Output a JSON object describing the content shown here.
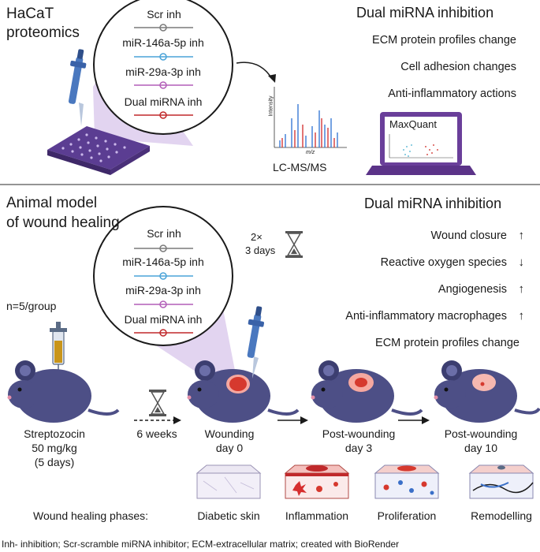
{
  "top": {
    "title_line1": "HaCaT",
    "title_line2": "proteomics",
    "circle_items": [
      "Scr inh",
      "miR-146a-5p inh",
      "miR-29a-3p inh",
      "Dual miRNA inh"
    ],
    "right_title": "Dual miRNA inhibition",
    "right_items": [
      "ECM protein profiles change",
      "Cell adhesion changes",
      "Anti-inflammatory actions"
    ],
    "ms_label": "LC-MS/MS",
    "ms_ylabel": "Intensity",
    "ms_xlabel": "m/z",
    "software": "MaxQuant"
  },
  "bottom": {
    "title_line1": "Animal model",
    "title_line2": "of wound healing",
    "circle_items": [
      "Scr inh",
      "miR-146a-5p inh",
      "miR-29a-3p inh",
      "Dual miRNA inh"
    ],
    "repeat_line1": "2×",
    "repeat_line2": "3 days",
    "group_size": "n=5/group",
    "right_title": "Dual miRNA inhibition",
    "right_items": [
      {
        "label": "Wound closure",
        "arrow": "↑"
      },
      {
        "label": "Reactive oxygen species",
        "arrow": "↓"
      },
      {
        "label": "Angiogenesis",
        "arrow": "↑"
      },
      {
        "label": "Anti-inflammatory macrophages",
        "arrow": "↑"
      },
      {
        "label": "ECM protein profiles change",
        "arrow": ""
      }
    ],
    "strep_line1": "Streptozocin",
    "strep_line2": "50 mg/kg",
    "strep_line3": "(5 days)",
    "wait": "6 weeks",
    "stages": [
      {
        "line1": "Wounding",
        "line2": "day 0"
      },
      {
        "line1": "Post-wounding",
        "line2": "day 3"
      },
      {
        "line1": "Post-wounding",
        "line2": "day 10"
      }
    ],
    "phases_label": "Wound healing phases:",
    "phases": [
      "Diabetic skin",
      "Inflammation",
      "Proliferation",
      "Remodelling"
    ]
  },
  "footnote": "Inh- inhibition; Scr-scramble miRNA inhibitor; ECM-extracellular matrix; created with BioRender",
  "colors": {
    "scr": "#7a7a7a",
    "mir146": "#4aa3d8",
    "mir29": "#b25fb8",
    "dual": "#c0292b",
    "mouse": "#4d4f86",
    "laptop": "#6a3f9a"
  }
}
